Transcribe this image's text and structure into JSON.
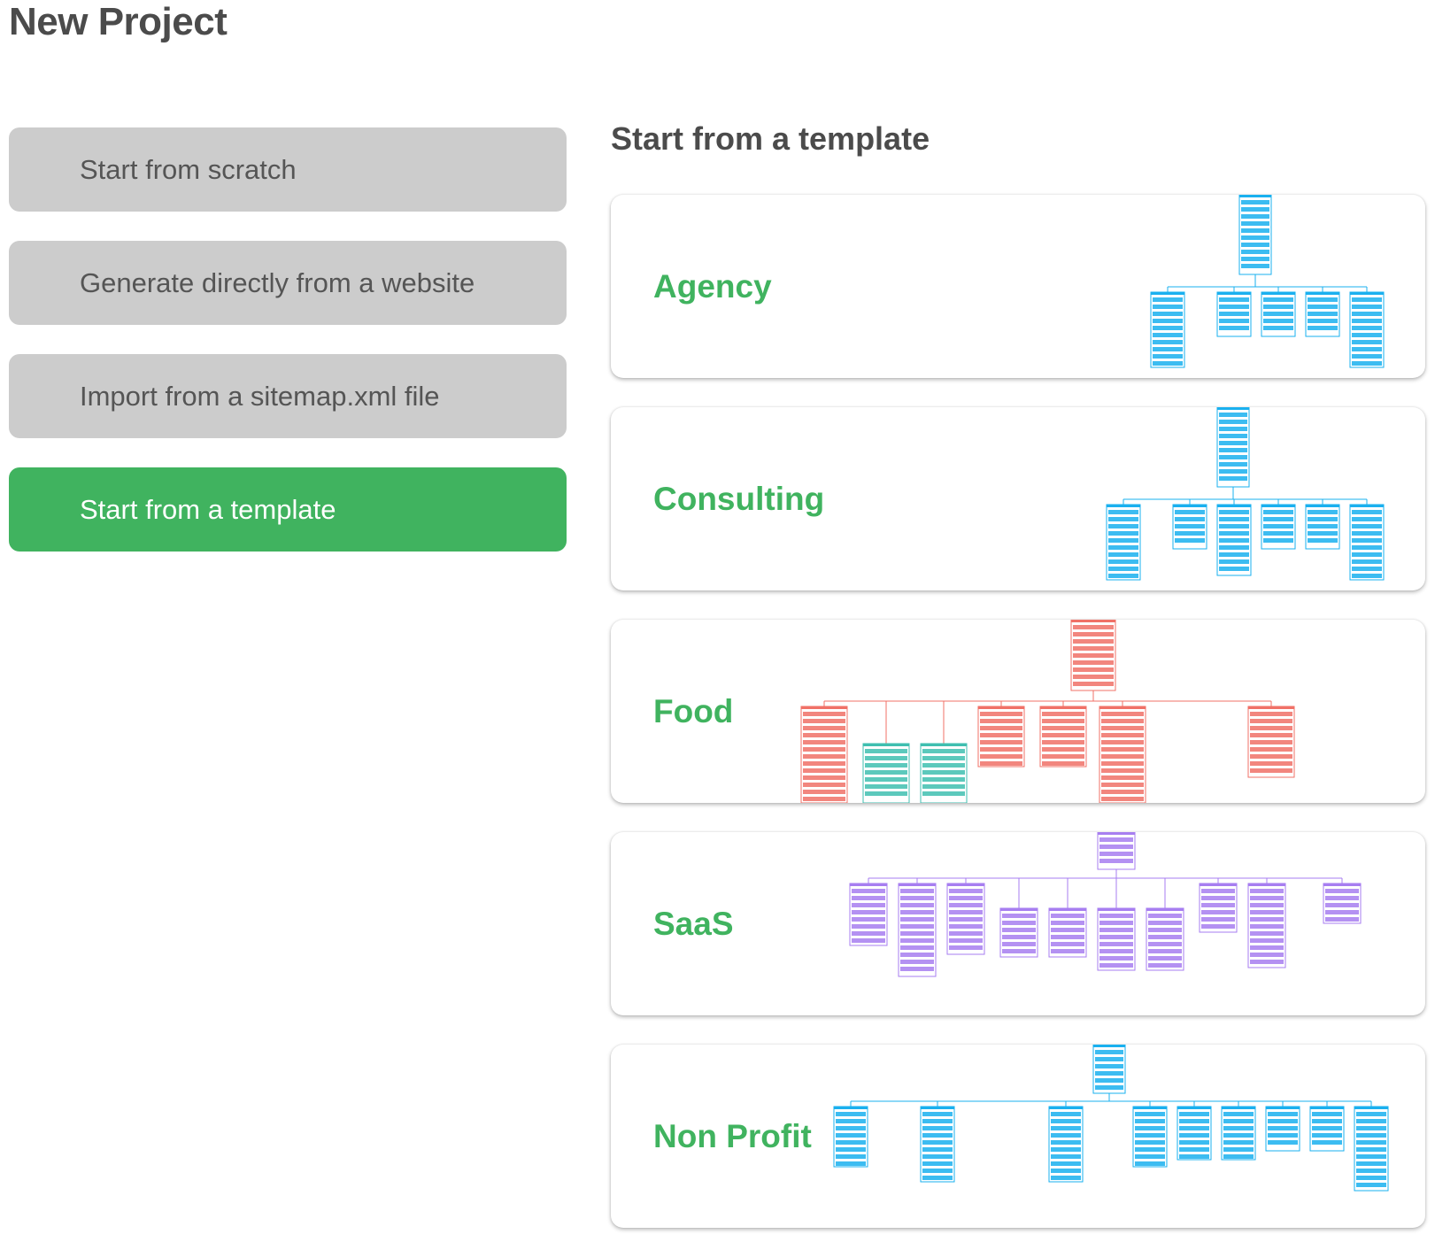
{
  "page": {
    "title": "New Project"
  },
  "options": [
    {
      "label": "Start from scratch",
      "active": false
    },
    {
      "label": "Generate directly from a website",
      "active": false
    },
    {
      "label": "Import from a sitemap.xml file",
      "active": false
    },
    {
      "label": "Start from a template",
      "active": true
    }
  ],
  "templates": {
    "heading": "Start from a template",
    "items": [
      {
        "label": "Agency",
        "preview_icon": "sitemap-preview-icon"
      },
      {
        "label": "Consulting",
        "preview_icon": "sitemap-preview-icon"
      },
      {
        "label": "Food",
        "preview_icon": "sitemap-preview-icon"
      },
      {
        "label": "SaaS",
        "preview_icon": "sitemap-preview-icon"
      },
      {
        "label": "Non Profit",
        "preview_icon": "sitemap-preview-icon"
      }
    ]
  },
  "colors": {
    "accent": "#40b35f",
    "option_bg": "#cccccc",
    "node_blue": "#1ab0ef",
    "node_teal": "#3fbfb0",
    "node_red": "#f07167",
    "node_purple": "#a77ef0",
    "node_yellow": "#f5c518"
  }
}
